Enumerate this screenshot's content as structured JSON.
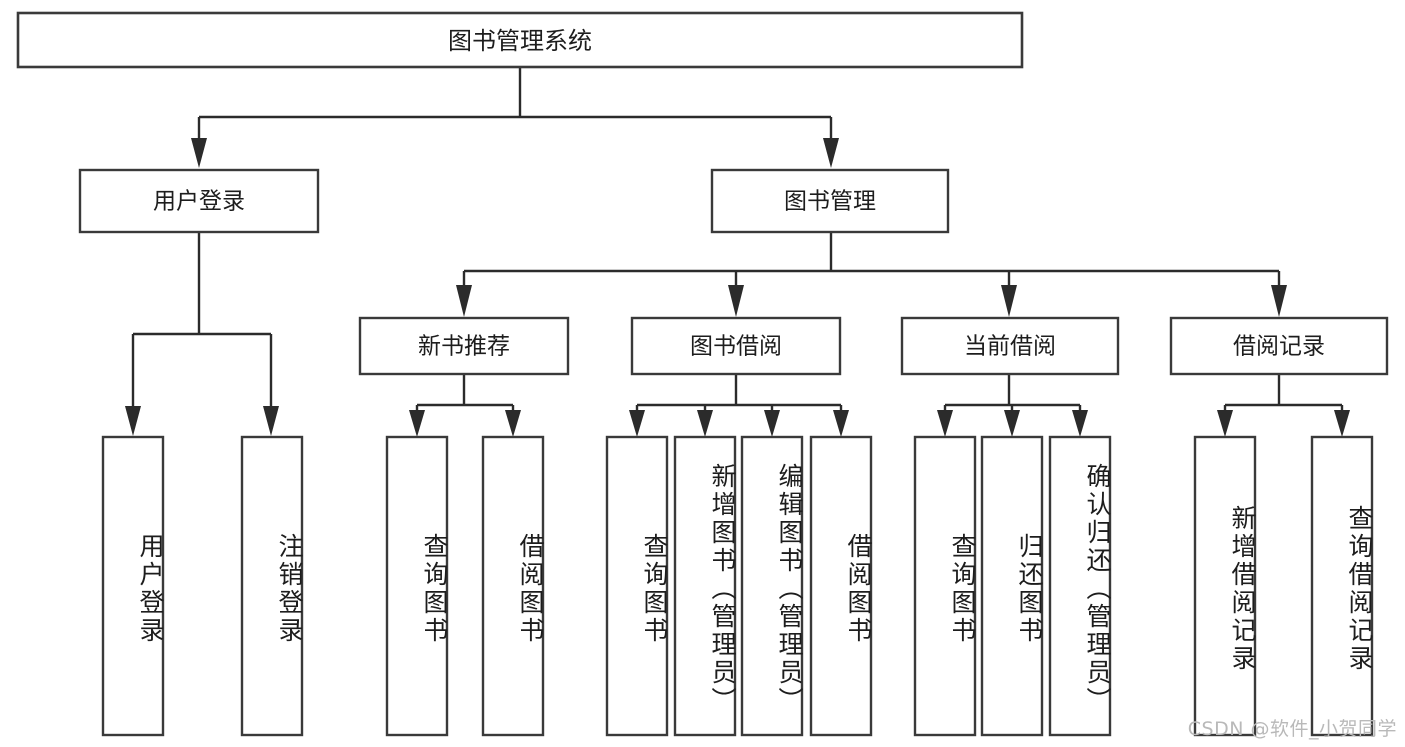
{
  "diagram": {
    "type": "tree-hierarchy-chart",
    "title": "图书管理系统",
    "watermark": "CSDN @软件_小贺同学",
    "colors": {
      "box_stroke": "#3a3a3a",
      "connector": "#2b2b2b",
      "box_fill": "#ffffff",
      "text": "#1d1d1d",
      "watermark": "#b9b9b9"
    },
    "levels": {
      "root": {
        "label": "图书管理系统"
      },
      "level2": [
        {
          "label": "用户登录"
        },
        {
          "label": "图书管理"
        }
      ],
      "level3": [
        {
          "label": "新书推荐"
        },
        {
          "label": "图书借阅"
        },
        {
          "label": "当前借阅"
        },
        {
          "label": "借阅记录"
        }
      ],
      "leaves": {
        "user_login": [
          {
            "label": "用户登录"
          },
          {
            "label": "注销登录"
          }
        ],
        "new_book_recommend": [
          {
            "label": "查询图书"
          },
          {
            "label": "借阅图书"
          }
        ],
        "book_borrow": [
          {
            "label": "查询图书"
          },
          {
            "label": "新增图书（管理员）"
          },
          {
            "label": "编辑图书（管理员）"
          },
          {
            "label": "借阅图书"
          }
        ],
        "current_borrow": [
          {
            "label": "查询图书"
          },
          {
            "label": "归还图书"
          },
          {
            "label": "确认归还（管理员）"
          }
        ],
        "borrow_record": [
          {
            "label": "新增借阅记录"
          },
          {
            "label": "查询借阅记录"
          }
        ]
      }
    }
  }
}
